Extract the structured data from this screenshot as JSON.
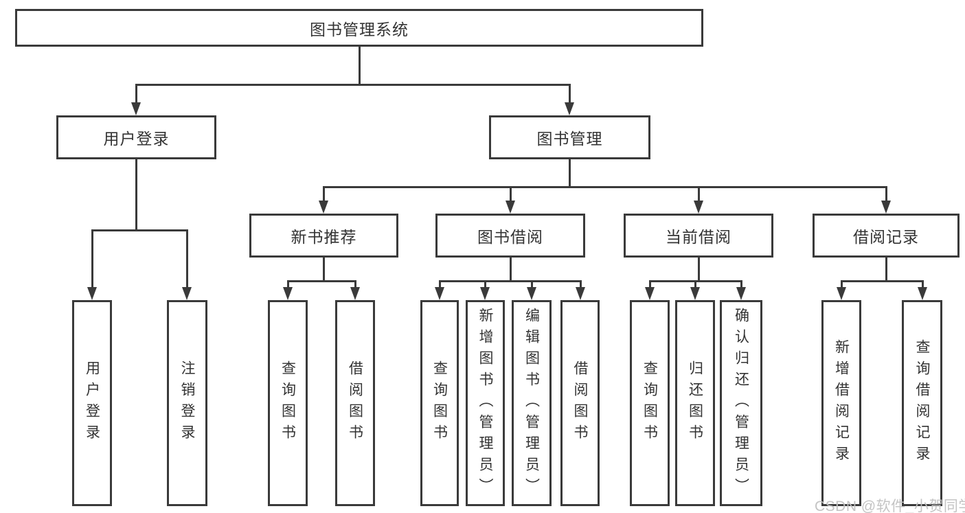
{
  "page": {
    "background": "#ffffff",
    "watermark": "CSDN @软件_小贺同学"
  },
  "colors": {
    "line": "#3a3a3a",
    "text": "#333333",
    "watermark": "#c1c1c1",
    "box_fill": "#ffffff"
  },
  "tree": {
    "root": {
      "label": "图书管理系统"
    },
    "level1": [
      {
        "label": "用户登录"
      },
      {
        "label": "图书管理"
      }
    ],
    "level2": [
      {
        "label": "新书推荐",
        "parent": "图书管理"
      },
      {
        "label": "图书借阅",
        "parent": "图书管理"
      },
      {
        "label": "当前借阅",
        "parent": "图书管理"
      },
      {
        "label": "借阅记录",
        "parent": "图书管理"
      }
    ],
    "leaves": [
      {
        "label": "用户登录",
        "parent": "用户登录"
      },
      {
        "label": "注销登录",
        "parent": "用户登录"
      },
      {
        "label": "查询图书",
        "parent": "新书推荐"
      },
      {
        "label": "借阅图书",
        "parent": "新书推荐"
      },
      {
        "label": "查询图书",
        "parent": "图书借阅"
      },
      {
        "label": "新增图书（管理员）",
        "parent": "图书借阅"
      },
      {
        "label": "编辑图书（管理员）",
        "parent": "图书借阅"
      },
      {
        "label": "借阅图书",
        "parent": "图书借阅"
      },
      {
        "label": "查询图书",
        "parent": "当前借阅"
      },
      {
        "label": "归还图书",
        "parent": "当前借阅"
      },
      {
        "label": "确认归还（管理员）",
        "parent": "当前借阅"
      },
      {
        "label": "新增借阅记录",
        "parent": "借阅记录"
      },
      {
        "label": "查询借阅记录",
        "parent": "借阅记录"
      }
    ]
  }
}
